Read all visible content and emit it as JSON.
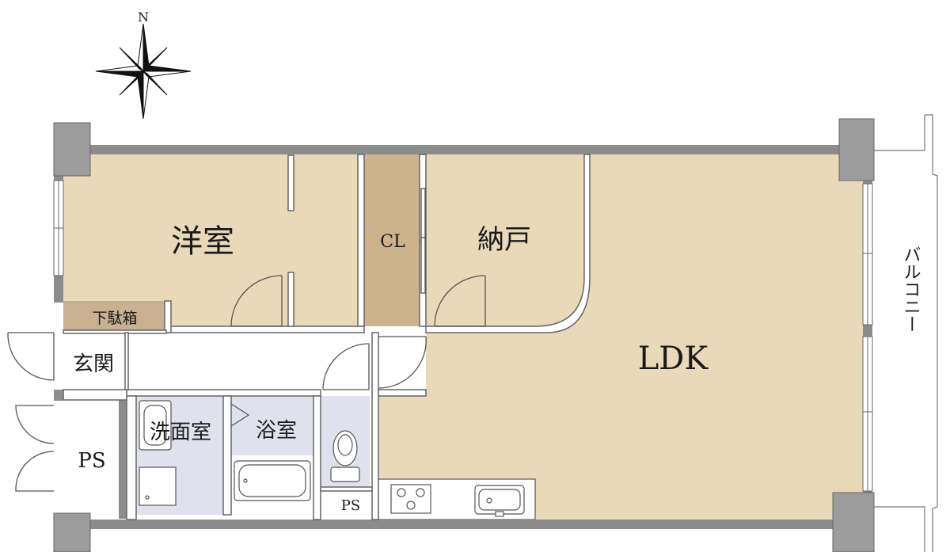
{
  "compass": {
    "label": "N",
    "icon": "compass-rose-icon"
  },
  "rooms": {
    "western_room": "洋室",
    "closet": "CL",
    "storage": "納戸",
    "shoe_box": "下駄箱",
    "entrance": "玄関",
    "ldk": "LDK",
    "washroom": "洗面室",
    "bathroom": "浴室",
    "ps_left": "PS",
    "ps_toilet": "PS"
  },
  "balcony": {
    "label": "バルコニー"
  },
  "colors": {
    "room_fill": "#e8dab8",
    "closet_fill": "#cdb28c",
    "shoe_box_fill": "#c8b090",
    "wet_area_fill": "#dfe2ec",
    "wall_gray": "#8c8c8c",
    "column_gray": "#9c9c9c",
    "line": "#555555"
  }
}
